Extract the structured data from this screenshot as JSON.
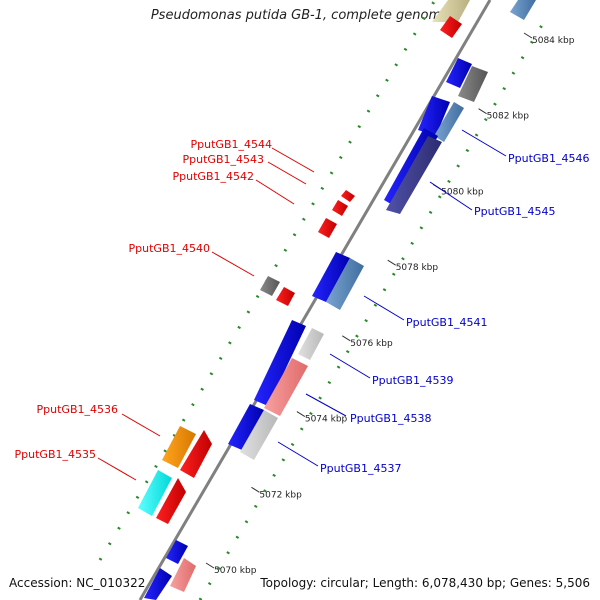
{
  "title": "Pseudomonas putida GB-1, complete genome",
  "footer": {
    "accession": "Accession: NC_010322",
    "summary": "Topology: circular; Length: 6,078,430 bp; Genes: 5,506"
  },
  "ticks": [
    {
      "label": "5070 kbp",
      "pos": 5070
    },
    {
      "label": "5072 kbp",
      "pos": 5072
    },
    {
      "label": "5074 kbp",
      "pos": 5074
    },
    {
      "label": "5076 kbp",
      "pos": 5076
    },
    {
      "label": "5078 kbp",
      "pos": 5078
    },
    {
      "label": "5080 kbp",
      "pos": 5080
    },
    {
      "label": "5082 kbp",
      "pos": 5082
    },
    {
      "label": "5084 kbp",
      "pos": 5084
    }
  ],
  "genes_left": [
    {
      "label": "PputGB1_4544",
      "color": "#e00000"
    },
    {
      "label": "PputGB1_4543",
      "color": "#e00000"
    },
    {
      "label": "PputGB1_4542",
      "color": "#e00000"
    },
    {
      "label": "PputGB1_4540",
      "color": "#e00000"
    },
    {
      "label": "PputGB1_4536",
      "color": "#e00000"
    },
    {
      "label": "PputGB1_4535",
      "color": "#e00000"
    }
  ],
  "genes_right": [
    {
      "label": "PputGB1_4546",
      "color": "#0000cc"
    },
    {
      "label": "PputGB1_4545",
      "color": "#0000cc"
    },
    {
      "label": "PputGB1_4541",
      "color": "#0000cc"
    },
    {
      "label": "PputGB1_4539",
      "color": "#0000cc"
    },
    {
      "label": "PputGB1_4538",
      "color": "#0000cc"
    },
    {
      "label": "PputGB1_4537",
      "color": "#0000cc"
    }
  ],
  "colors": {
    "forward_strand": "#ff0000",
    "reverse_strand": "#0000ee",
    "backbone": "#808080",
    "gc_dots": "#2a8a2a"
  }
}
